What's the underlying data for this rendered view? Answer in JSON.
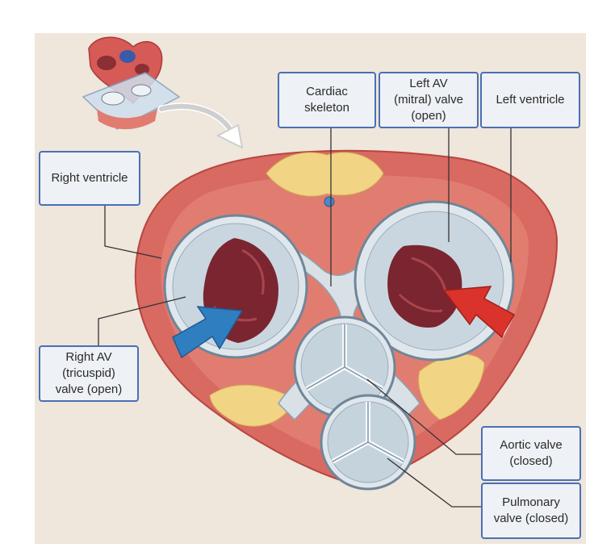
{
  "labels": {
    "cardiac_skeleton": "Cardiac\nskeleton",
    "left_av_valve": "Left AV\n(mitral) valve\n(open)",
    "left_ventricle": "Left ventricle",
    "right_ventricle": "Right ventricle",
    "right_av_valve": "Right AV\n(tricuspid)\nvalve (open)",
    "aortic_valve": "Aortic valve\n(closed)",
    "pulmonary_valve": "Pulmonary\nvalve (closed)"
  },
  "colors": {
    "background": "#efe6dc",
    "muscle": "#d86a62",
    "muscle_dark": "#b8453f",
    "fat": "#f1d585",
    "skeleton": "#d9e1e6",
    "valve_opening": "#7a2530",
    "arrow_blue": "#2f7fc0",
    "arrow_red": "#d9332b",
    "label_border": "#4a6fb5"
  },
  "icons": {
    "inset": "heart-inset-icon",
    "inset_arrow": "curved-arrow-icon",
    "blue_arrow": "blood-flow-arrow-blue-icon",
    "red_arrow": "blood-flow-arrow-red-icon"
  }
}
